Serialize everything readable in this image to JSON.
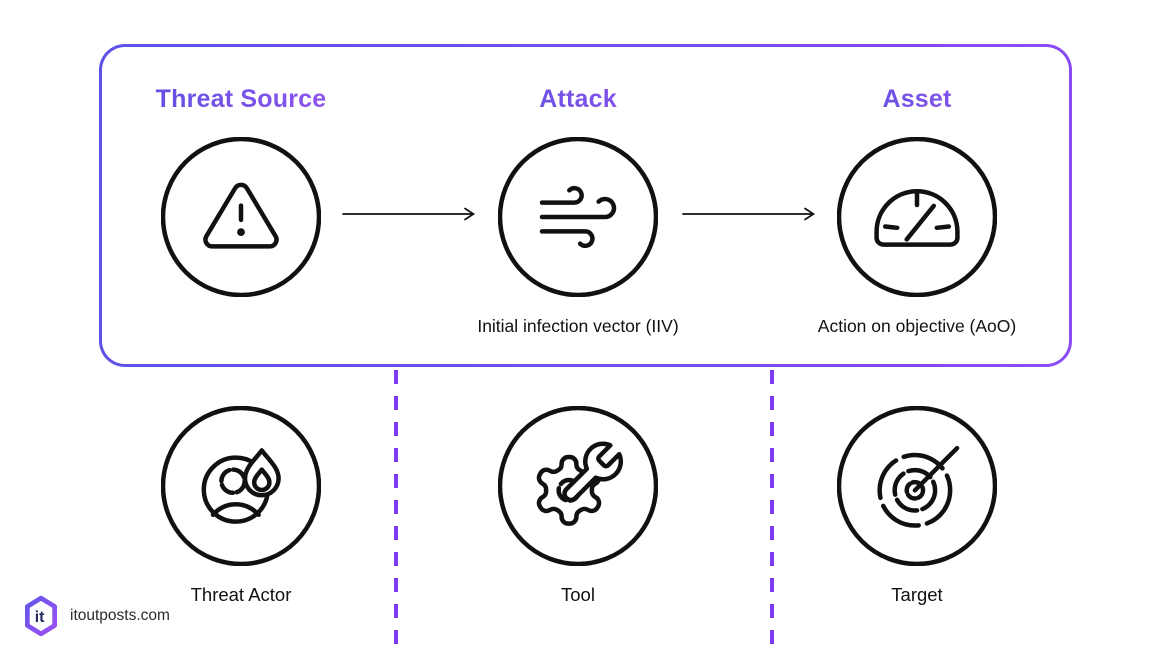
{
  "panel": {
    "columns": [
      {
        "heading": "Threat Source"
      },
      {
        "heading": "Attack",
        "caption": "Initial infection vector (IIV)"
      },
      {
        "heading": "Asset",
        "caption": "Action on objective (AoO)"
      }
    ]
  },
  "bottom_nodes": [
    {
      "label": "Threat Actor"
    },
    {
      "label": "Tool"
    },
    {
      "label": "Target"
    }
  ],
  "footer": {
    "website": "itoutposts.com",
    "logo_monogram": "it"
  },
  "icons": {
    "threat_source": "alert-triangle-icon",
    "attack": "wind-icon",
    "asset": "gauge-icon",
    "threat_actor": "person-flame-icon",
    "tool": "gear-wrench-icon",
    "target": "bullseye-arrow-icon",
    "logo": "hexagon-monogram-icon"
  },
  "colors": {
    "accent_blue_violet": "#5B52E7",
    "accent_purple": "#9B4DF5",
    "panel_border_left": "#5B52E7",
    "panel_border_right": "#8B4BF2",
    "dashed_line": "#7C3BF0",
    "icon_stroke": "#111111",
    "text_dark": "#111111"
  }
}
